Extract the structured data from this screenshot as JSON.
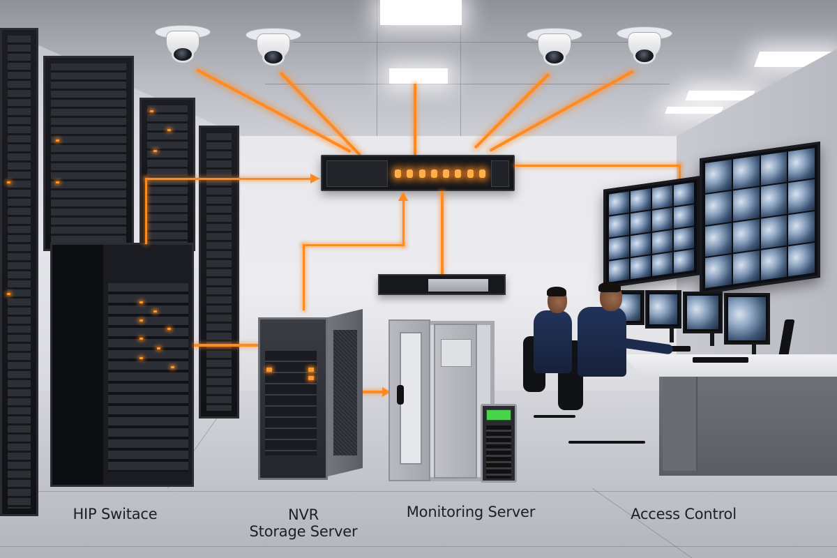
{
  "diagram": {
    "title": "Security surveillance system room",
    "components": [
      {
        "id": "cameras",
        "type": "ceiling-dome-camera",
        "count": 4
      },
      {
        "id": "network-switch",
        "type": "rack-mounted switch (hub)"
      },
      {
        "id": "server-racks",
        "type": "data center racks"
      },
      {
        "id": "nvr-tower",
        "type": "tower server"
      },
      {
        "id": "encoder-device",
        "type": "rack unit"
      },
      {
        "id": "access-door",
        "type": "door with badge sign"
      },
      {
        "id": "access-keypad",
        "type": "keypad with green display"
      },
      {
        "id": "video-wall",
        "type": "2 large monitors"
      },
      {
        "id": "operator-desk",
        "type": "desk with 4 monitors and 2 operators"
      }
    ],
    "connections": [
      {
        "from": "cameras",
        "to": "network-switch",
        "style": "orange beam"
      },
      {
        "from": "server-racks",
        "to": "network-switch",
        "style": "orange line"
      },
      {
        "from": "nvr-tower",
        "to": "network-switch",
        "style": "orange line"
      },
      {
        "from": "network-switch",
        "to": "video-wall",
        "style": "orange line"
      },
      {
        "from": "network-switch",
        "to": "encoder-device",
        "style": "orange line"
      },
      {
        "from": "nvr-tower",
        "to": "access-door",
        "style": "orange arrow"
      },
      {
        "from": "access-door",
        "to": "access-keypad",
        "style": "orange arrow"
      }
    ]
  },
  "labels": {
    "hip_switch": "HIP Switace",
    "nvr_line1": "NVR",
    "nvr_line2": "Storage Server",
    "monitoring": "Monitoring Server",
    "access": "Access Control"
  },
  "colors": {
    "accent": "#ff8a1f",
    "rack": "#16171b",
    "keypad_screen": "#47d34a",
    "suit": "#1f2d4f"
  }
}
